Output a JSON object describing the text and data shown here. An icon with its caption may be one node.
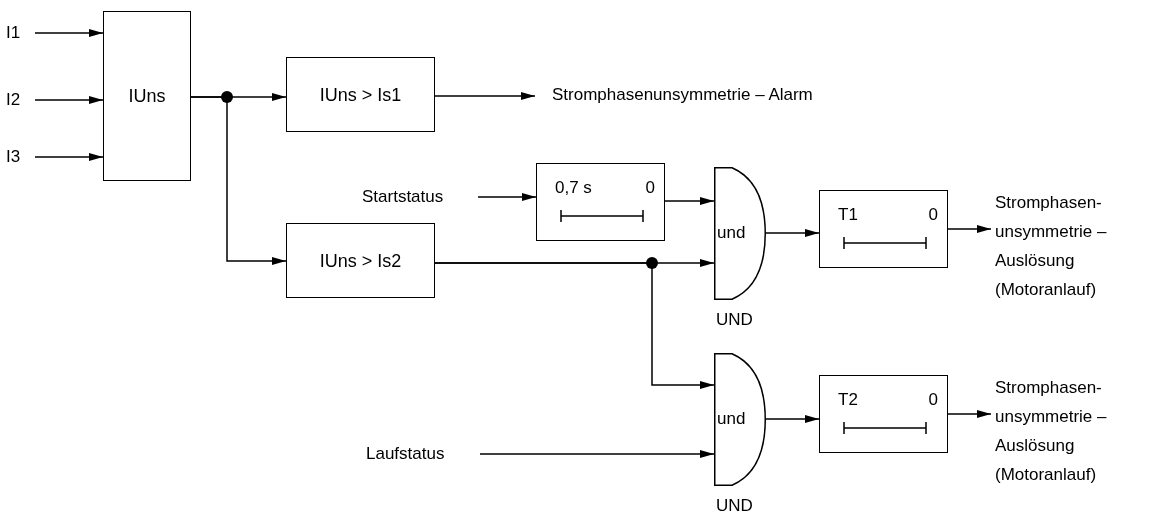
{
  "diagram": {
    "nodes": [
      {
        "text": [
          "I1"
        ]
      },
      {
        "text": [
          "I2"
        ]
      },
      {
        "text": [
          "I3"
        ]
      },
      {
        "text": [
          "IUns"
        ]
      },
      {
        "text": [
          "IUns > Is1"
        ]
      },
      {
        "text": [
          "Stromphasenunsymmetrie – Alarm"
        ]
      },
      {
        "text": [
          "Startstatus"
        ]
      },
      {
        "text": [
          "0,7 s",
          "0"
        ]
      },
      {
        "text": [
          "IUns > Is2"
        ]
      },
      {
        "text": [
          "und"
        ],
        "beside": [
          "UND"
        ]
      },
      {
        "text": [
          "T1",
          "0"
        ]
      },
      {
        "text": [
          "Stromphasen- unsymmetrie – Auslösung (Motoranlauf)"
        ]
      },
      {
        "text": [
          "Laufstatus"
        ]
      },
      {
        "text": [
          "und"
        ],
        "beside": [
          "UND"
        ]
      },
      {
        "text": [
          "T2",
          "0"
        ]
      },
      {
        "text": [
          "Stromphasen- unsymmetrie – Auslösung (Motoranlauf)"
        ]
      }
    ],
    "edges": [
      {
        "from": 0,
        "to": 3,
        "arrow": "to"
      },
      {
        "from": 1,
        "to": 3,
        "arrow": "to"
      },
      {
        "from": 2,
        "to": 3,
        "arrow": "to"
      },
      {
        "from": 3,
        "to": 4,
        "arrow": "to"
      },
      {
        "from": 3,
        "to": 8,
        "arrow": "to"
      },
      {
        "from": 4,
        "to": 5,
        "arrow": "to"
      },
      {
        "from": 6,
        "to": 7,
        "arrow": "to"
      },
      {
        "from": 7,
        "to": 9,
        "arrow": "to"
      },
      {
        "from": 8,
        "to": 9,
        "arrow": "to"
      },
      {
        "from": 8,
        "to": 13,
        "arrow": "to"
      },
      {
        "from": 9,
        "to": 10,
        "arrow": "to"
      },
      {
        "from": 10,
        "to": 11,
        "arrow": "to"
      },
      {
        "from": 12,
        "to": 13,
        "arrow": "to"
      },
      {
        "from": 13,
        "to": 14,
        "arrow": "to"
      },
      {
        "from": 14,
        "to": 15,
        "arrow": "to"
      }
    ]
  }
}
